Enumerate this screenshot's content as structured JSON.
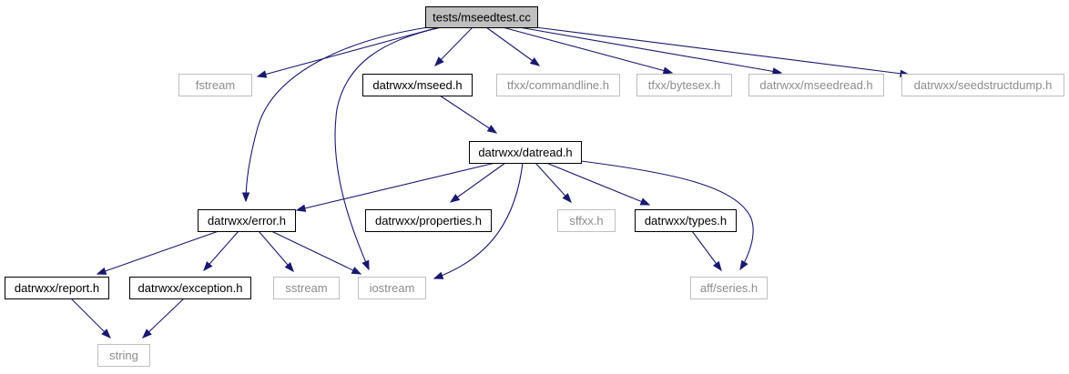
{
  "graph": {
    "nodes": [
      {
        "id": "root",
        "label": "tests/mseedtest.cc",
        "kind": "root"
      },
      {
        "id": "fstream",
        "label": "fstream",
        "kind": "external"
      },
      {
        "id": "mseed",
        "label": "datrwxx/mseed.h",
        "kind": "documented"
      },
      {
        "id": "commandline",
        "label": "tfxx/commandline.h",
        "kind": "external"
      },
      {
        "id": "bytesex",
        "label": "tfxx/bytesex.h",
        "kind": "external"
      },
      {
        "id": "mseedread",
        "label": "datrwxx/mseedread.h",
        "kind": "external"
      },
      {
        "id": "seedstructdump",
        "label": "datrwxx/seedstructdump.h",
        "kind": "external"
      },
      {
        "id": "datread",
        "label": "datrwxx/datread.h",
        "kind": "documented"
      },
      {
        "id": "error",
        "label": "datrwxx/error.h",
        "kind": "documented"
      },
      {
        "id": "properties",
        "label": "datrwxx/properties.h",
        "kind": "documented"
      },
      {
        "id": "sffxx",
        "label": "sffxx.h",
        "kind": "external"
      },
      {
        "id": "types",
        "label": "datrwxx/types.h",
        "kind": "documented"
      },
      {
        "id": "report",
        "label": "datrwxx/report.h",
        "kind": "documented"
      },
      {
        "id": "exception",
        "label": "datrwxx/exception.h",
        "kind": "documented"
      },
      {
        "id": "sstream",
        "label": "sstream",
        "kind": "external"
      },
      {
        "id": "iostream",
        "label": "iostream",
        "kind": "external"
      },
      {
        "id": "series",
        "label": "aff/series.h",
        "kind": "external"
      },
      {
        "id": "string",
        "label": "string",
        "kind": "external"
      }
    ],
    "edges": [
      {
        "from": "root",
        "to": "fstream"
      },
      {
        "from": "root",
        "to": "mseed"
      },
      {
        "from": "root",
        "to": "commandline"
      },
      {
        "from": "root",
        "to": "bytesex"
      },
      {
        "from": "root",
        "to": "mseedread"
      },
      {
        "from": "root",
        "to": "seedstructdump"
      },
      {
        "from": "root",
        "to": "error"
      },
      {
        "from": "root",
        "to": "iostream"
      },
      {
        "from": "mseed",
        "to": "datread"
      },
      {
        "from": "datread",
        "to": "error"
      },
      {
        "from": "datread",
        "to": "properties"
      },
      {
        "from": "datread",
        "to": "sffxx"
      },
      {
        "from": "datread",
        "to": "types"
      },
      {
        "from": "datread",
        "to": "iostream"
      },
      {
        "from": "datread",
        "to": "series"
      },
      {
        "from": "error",
        "to": "report"
      },
      {
        "from": "error",
        "to": "exception"
      },
      {
        "from": "error",
        "to": "sstream"
      },
      {
        "from": "error",
        "to": "iostream"
      },
      {
        "from": "types",
        "to": "series"
      },
      {
        "from": "report",
        "to": "string"
      },
      {
        "from": "exception",
        "to": "string"
      }
    ]
  },
  "colors": {
    "edge": "#191970",
    "root_fill": "#bfbfbf",
    "documented_border": "#000000",
    "external_border": "#bfbfbf",
    "external_text": "#8c8c8c"
  }
}
